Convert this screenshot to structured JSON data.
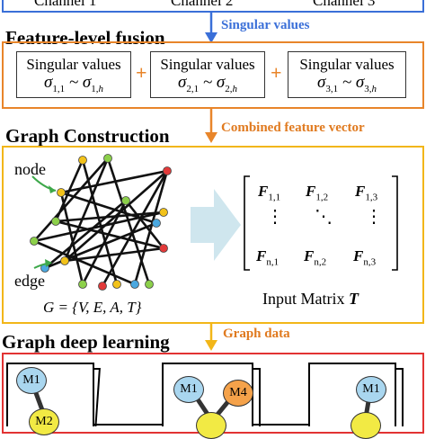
{
  "top": {
    "channel_1": "Channel 1",
    "channel_2": "Channel 2",
    "channel_3": "Channel 3"
  },
  "arrow_labels": {
    "singular_values": "Singular values",
    "combined_feature_vector": "Combined feature vector",
    "graph_data": "Graph data"
  },
  "sections": {
    "feature_fusion": "Feature-level  fusion",
    "graph_construction": "Graph Construction",
    "graph_deep_learning": "Graph deep learning"
  },
  "fusion_boxes": [
    {
      "title": "Singular values",
      "range": "σ1,1 ~ σ1,h"
    },
    {
      "title": "Singular values",
      "range": "σ2,1 ~ σ2,h"
    },
    {
      "title": "Singular values",
      "range": "σ3,1 ~ σ3,h"
    }
  ],
  "plus_sign": "+",
  "graph": {
    "node_label": "node",
    "edge_label": "edge",
    "equation": "G = {V, E, A, T}"
  },
  "matrix": {
    "row1": [
      "F1,1",
      "F1,2",
      "F1,3"
    ],
    "row3": [
      "Fn,1",
      "Fn,2",
      "Fn,3"
    ],
    "caption": "Input Matrix T"
  },
  "gnn_nodes": [
    "M1",
    "M2",
    "M1",
    "M4",
    "M1"
  ],
  "colors": {
    "blue_frame": "#3a6fd8",
    "orange_frame": "#e8852a",
    "yellow_frame": "#f2b619",
    "red_frame": "#e23333",
    "label_blue": "#3a6fd8",
    "label_orange": "#e07a1f",
    "arrow_light": "#cfe6ee"
  }
}
